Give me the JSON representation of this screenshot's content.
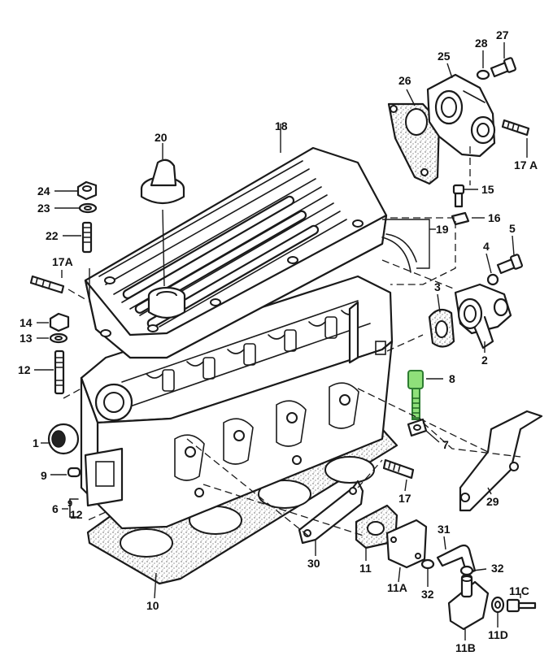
{
  "diagram": {
    "highlight_color": "#8fe07a",
    "line_color": "#1a1a1a",
    "background_color": "#ffffff",
    "labels": {
      "p1": "1",
      "p2": "2",
      "p3": "3",
      "p4": "4",
      "p5": "5",
      "p6": "6",
      "p7": "7",
      "p8": "8",
      "p9": "9",
      "p9b": "9",
      "p10": "10",
      "p11": "11",
      "p11a": "11A",
      "p11b": "11B",
      "p11c": "11C",
      "p11d": "11D",
      "p12": "12",
      "p12b": "12",
      "p13": "13",
      "p14": "14",
      "p15": "15",
      "p16": "16",
      "p17": "17",
      "p17a_left": "17A",
      "p17a_right": "17 A",
      "p18": "18",
      "p19": "19",
      "p20": "20",
      "p22": "22",
      "p23": "23",
      "p24": "24",
      "p25": "25",
      "p26": "26",
      "p27": "27",
      "p28": "28",
      "p29": "29",
      "p30": "30",
      "p31": "31",
      "p32a": "32",
      "p32b": "32"
    }
  }
}
